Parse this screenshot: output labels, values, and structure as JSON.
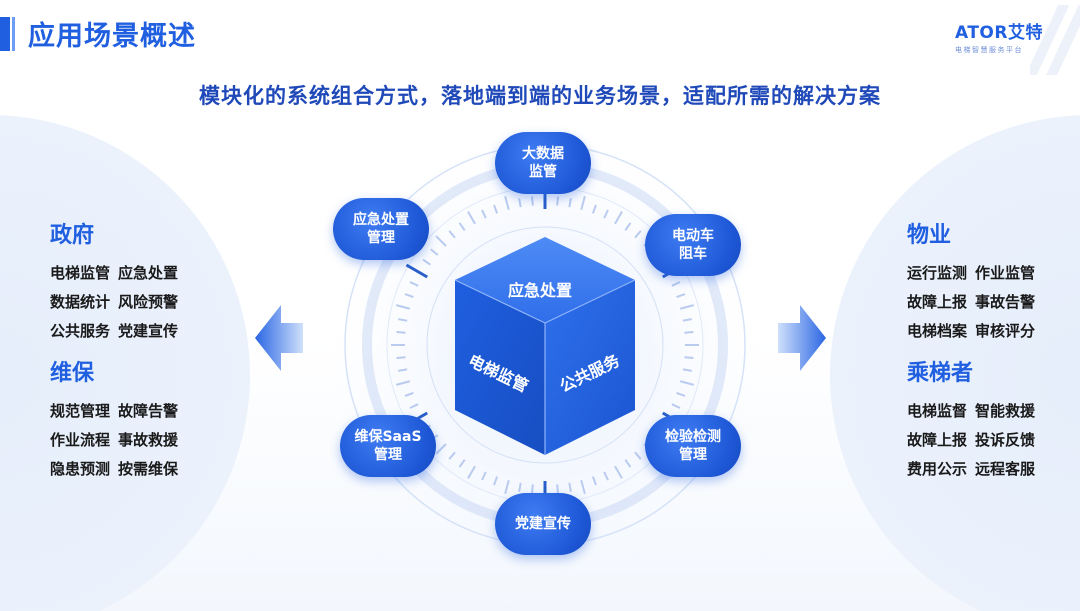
{
  "header": {
    "title": "应用场景概述",
    "logo_main": "ATOR艾特",
    "logo_sub": "电梯智慧服务平台"
  },
  "subtitle": "模块化的系统组合方式，落地端到端的业务场景，适配所需的解决方案",
  "left_panel": {
    "groups": [
      {
        "title": "政府",
        "rows": [
          [
            "电梯监管",
            "应急处置"
          ],
          [
            "数据统计",
            "风险预警"
          ],
          [
            "公共服务",
            "党建宣传"
          ]
        ]
      },
      {
        "title": "维保",
        "rows": [
          [
            "规范管理",
            "故障告警"
          ],
          [
            "作业流程",
            "事故救援"
          ],
          [
            "隐患预测",
            "按需维保"
          ]
        ]
      }
    ]
  },
  "right_panel": {
    "groups": [
      {
        "title": "物业",
        "rows": [
          [
            "运行监测",
            "作业监管"
          ],
          [
            "故障上报",
            "事故告警"
          ],
          [
            "电梯档案",
            "审核评分"
          ]
        ]
      },
      {
        "title": "乘梯者",
        "rows": [
          [
            "电梯监督",
            "智能救援"
          ],
          [
            "故障上报",
            "投诉反馈"
          ],
          [
            "费用公示",
            "远程客服"
          ]
        ]
      }
    ]
  },
  "nodes": {
    "top": "大数据\n监管",
    "top_right": "电动车\n阻车",
    "bottom_right": "检验检测\n管理",
    "bottom": "党建宣传",
    "bottom_left": "维保SaaS\n管理",
    "top_left": "应急处置\n管理"
  },
  "cube": {
    "top_face": "应急处置",
    "left_face": "电梯监管",
    "right_face": "公共服务"
  },
  "colors": {
    "primary": "#1f5fe0",
    "dark_blue": "#1f49b8",
    "panel": "#e8f0fc"
  }
}
